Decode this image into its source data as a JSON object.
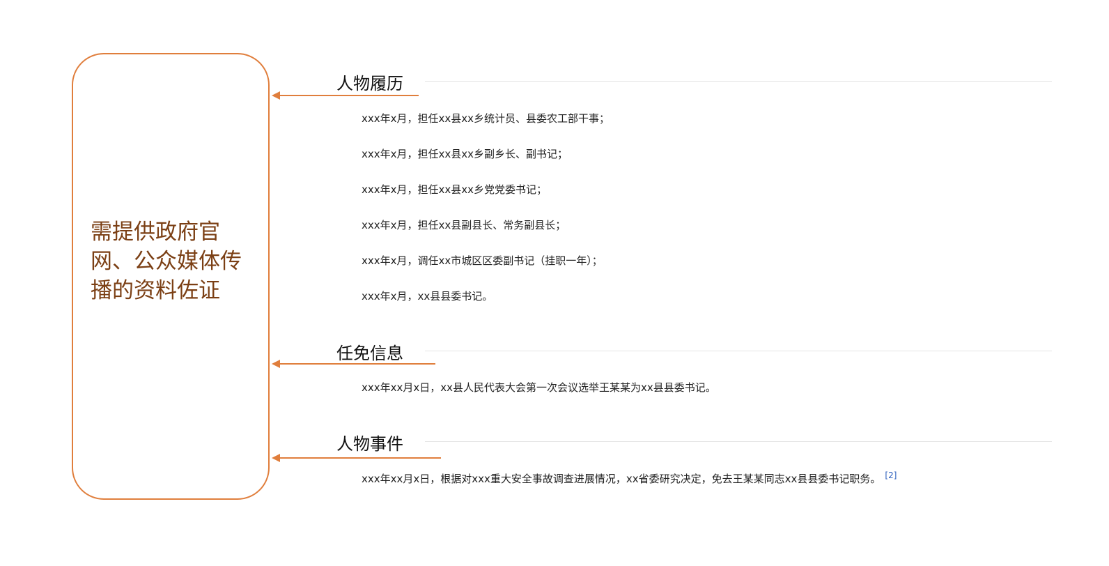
{
  "note": {
    "text": "需提供政府官网、公众媒体传播的资料佐证",
    "color": "#7b3f14",
    "border_color": "#e07e3c"
  },
  "sections": [
    {
      "title": "人物履历",
      "items": [
        "xxx年x月，担任xx县xx乡统计员、县委农工部干事；",
        "xxx年x月，担任xx县xx乡副乡长、副书记；",
        "xxx年x月，担任xx县xx乡党党委书记；",
        "xxx年x月，担任xx县副县长、常务副县长；",
        "xxx年x月，调任xx市城区区委副书记（挂职一年）；",
        "xxx年x月，xx县县委书记。"
      ]
    },
    {
      "title": "任免信息",
      "items": [
        "xxx年xx月x日，xx县人民代表大会第一次会议选举王某某为xx县县委书记。"
      ]
    },
    {
      "title": "人物事件",
      "items": [
        "xxx年xx月x日，根据对xxx重大安全事故调查进展情况，xx省委研究决定，免去王某某同志xx县县委书记职务。"
      ],
      "reference": "[2]"
    }
  ],
  "arrow_color": "#e07e3c"
}
